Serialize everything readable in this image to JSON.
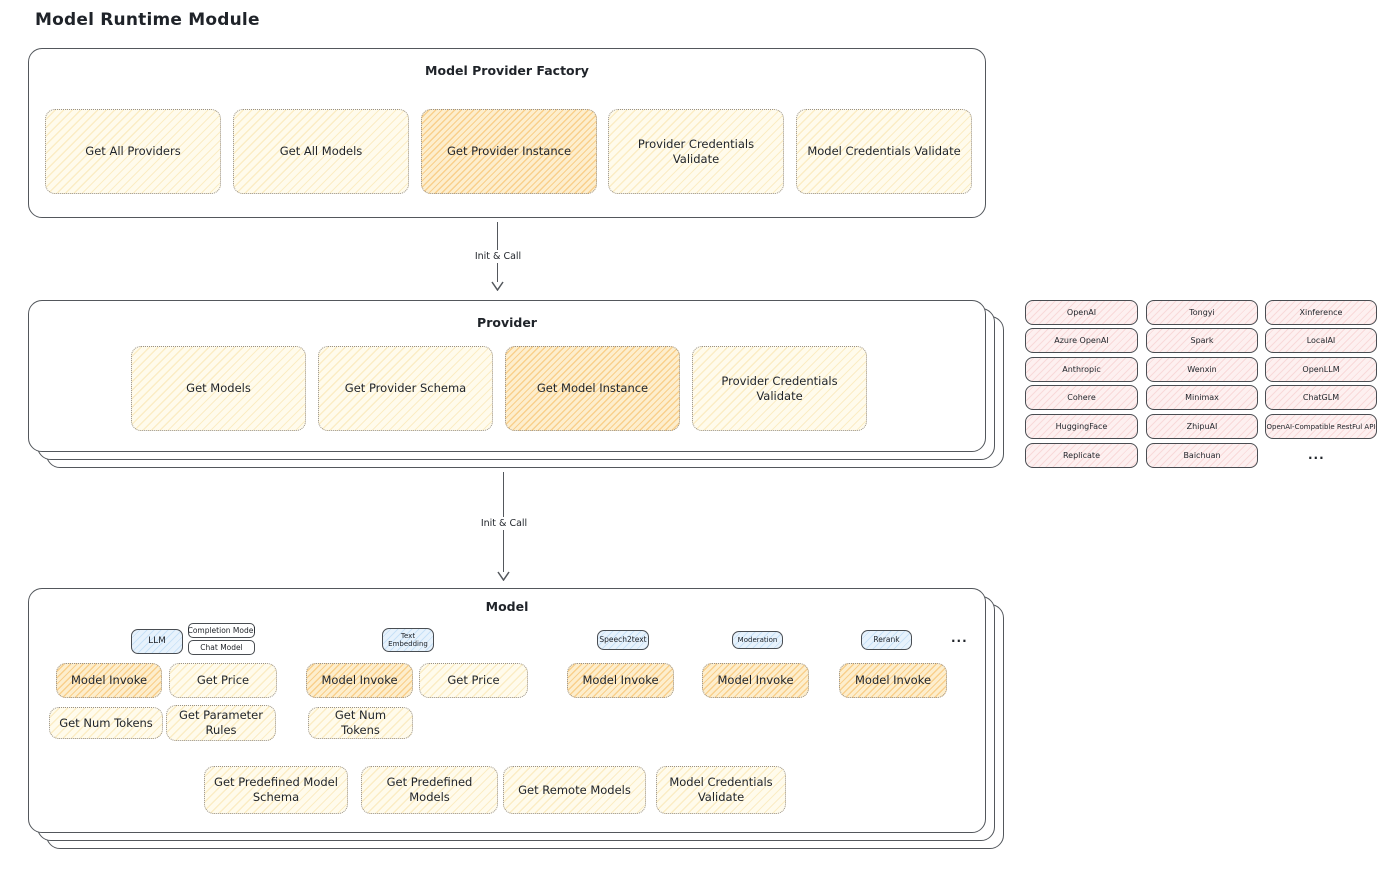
{
  "title": "Model Runtime Module",
  "arrow_label": "Init & Call",
  "ellipsis": "...",
  "factory": {
    "title": "Model Provider Factory",
    "items": [
      "Get All Providers",
      "Get All Models",
      "Get Provider Instance",
      "Provider Credentials Validate",
      "Model Credentials Validate"
    ]
  },
  "provider": {
    "title": "Provider",
    "items": [
      "Get Models",
      "Get Provider Schema",
      "Get Model Instance",
      "Provider Credentials Validate"
    ]
  },
  "providers_grid": {
    "col1": [
      "OpenAI",
      "Azure OpenAI",
      "Anthropic",
      "Cohere",
      "HuggingFace",
      "Replicate"
    ],
    "col2": [
      "Tongyi",
      "Spark",
      "Wenxin",
      "Minimax",
      "ZhipuAI",
      "Baichuan"
    ],
    "col3": [
      "Xinference",
      "LocalAI",
      "OpenLLM",
      "ChatGLM",
      "OpenAI-Compatible RestFul API"
    ]
  },
  "model": {
    "title": "Model",
    "types": [
      "LLM",
      "Completion Model",
      "Chat Model",
      "Text Embedding",
      "Speech2text",
      "Moderation",
      "Rerank"
    ],
    "ops": {
      "invoke": "Model Invoke",
      "price": "Get Price",
      "num_tokens": "Get Num Tokens",
      "param_rules": "Get Parameter Rules",
      "predef_schema": "Get Predefined Model Schema",
      "predef_models": "Get Predefined Models",
      "remote_models": "Get Remote Models",
      "cred_validate": "Model Credentials Validate"
    }
  },
  "colors": {
    "border_dark": "#53575c",
    "yellow_fill": "#fffbec",
    "yellow_hatch": "#f6d78a",
    "orange_fill": "#fdeecd",
    "orange_hatch": "#f3a632",
    "pink_fill": "#fdf0f0",
    "pink_hatch": "#eb9696",
    "blue_fill": "#e7f2fc"
  }
}
